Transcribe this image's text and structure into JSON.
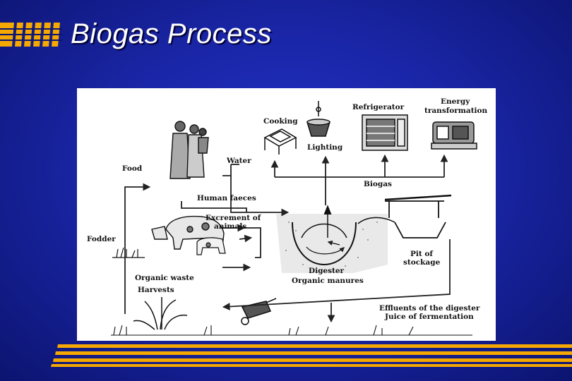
{
  "slide": {
    "title": "Biogas Process"
  },
  "diagram": {
    "labels": {
      "energy_transformation": [
        "Energy",
        "transformation"
      ],
      "refrigerator": "Refrigerator",
      "cooking": "Cooking",
      "lighting": "Lighting",
      "food": "Food",
      "water": "Water",
      "biogas": "Biogas",
      "human_faeces": "Human faeces",
      "excrement_of_animals": [
        "Excrement of",
        "animals"
      ],
      "fodder": "Fodder",
      "pit_of_stockage": [
        "Pit of",
        "stockage"
      ],
      "digester": "Digester",
      "organic_manures": "Organic manures",
      "organic_waste": "Organic waste",
      "harvests": "Harvests",
      "effluents": [
        "Effluents of the digester",
        "Juice of fermentation"
      ]
    }
  },
  "colors": {
    "background": "#1a26a8",
    "title_text": "#ffffff",
    "accent_bars": "#f5a800"
  }
}
